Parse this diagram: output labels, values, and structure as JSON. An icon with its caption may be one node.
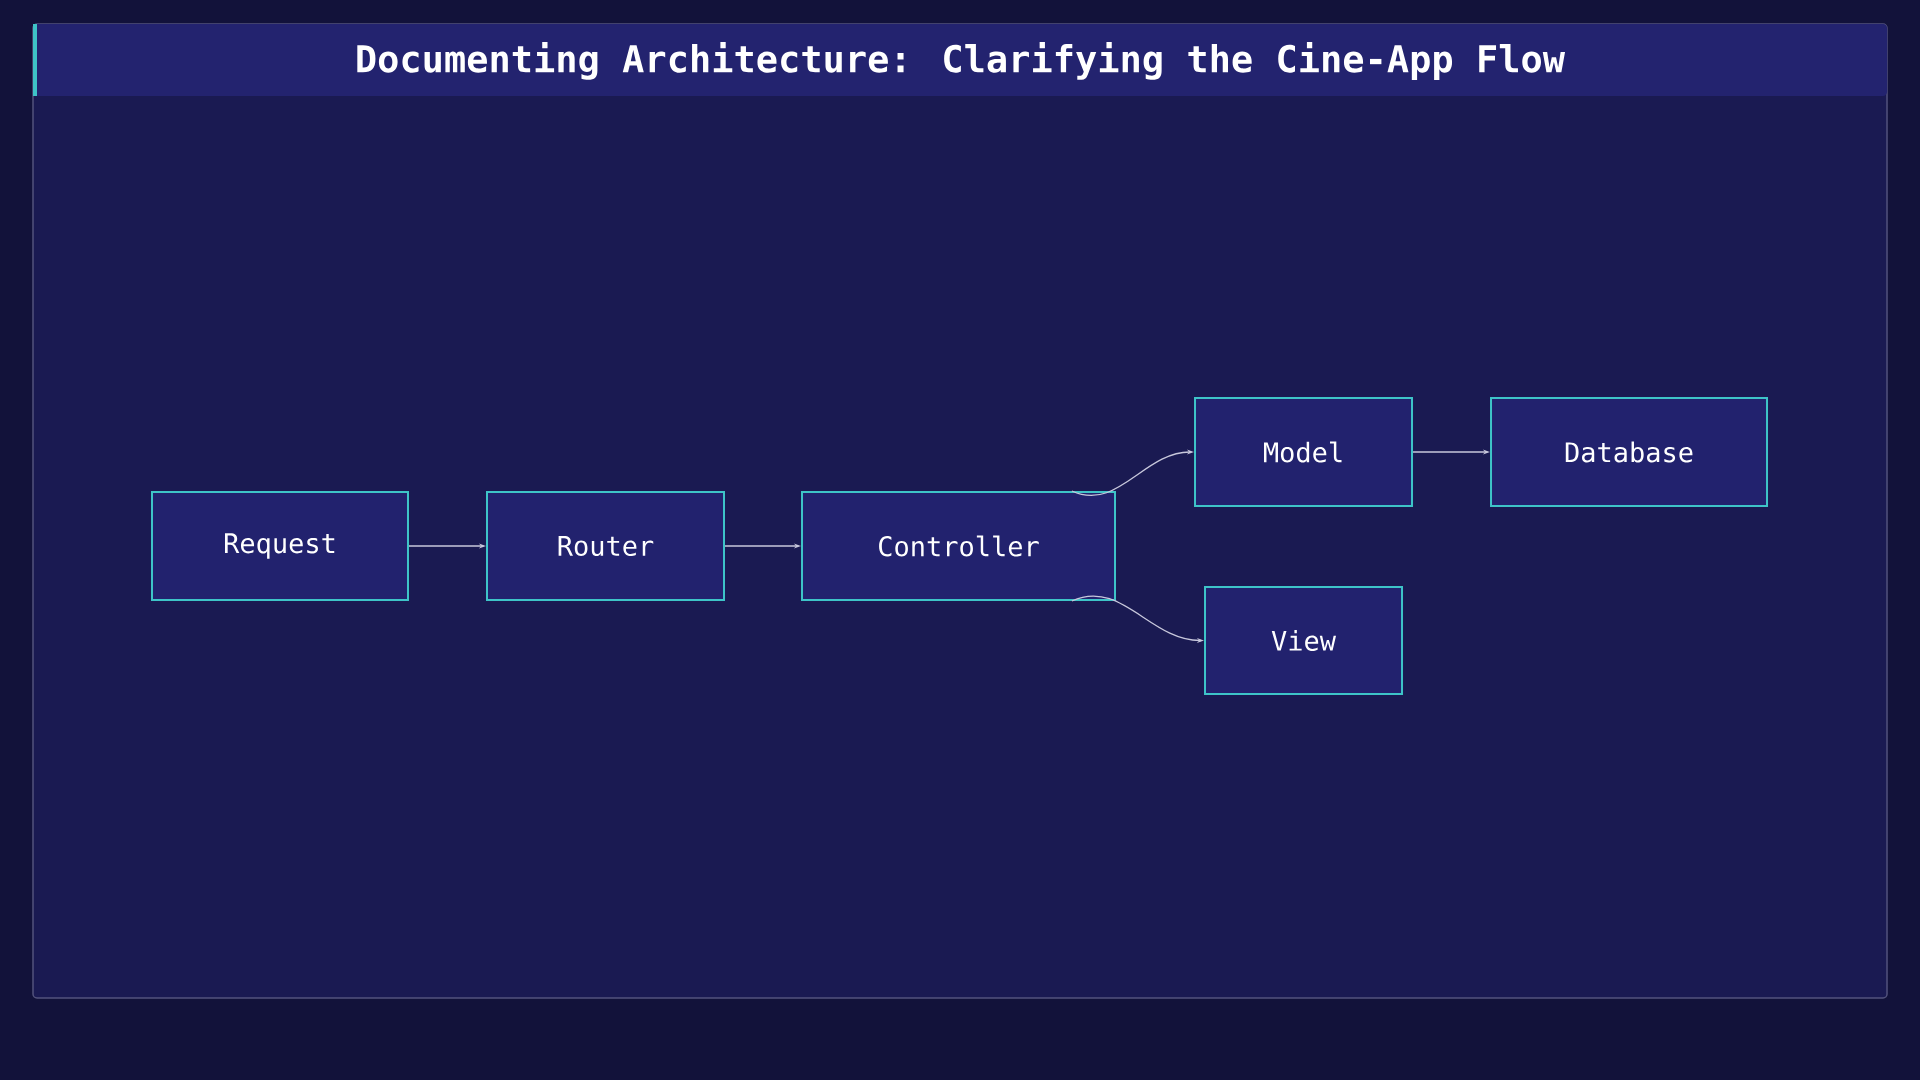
{
  "diagram": {
    "title": "Documenting Architecture: Clarifying the Cine-App Flow",
    "nodes": [
      {
        "text": [
          "Request"
        ]
      },
      {
        "text": [
          "Router"
        ]
      },
      {
        "text": [
          "Controller"
        ]
      },
      {
        "text": [
          "Model"
        ]
      },
      {
        "text": [
          "Database"
        ]
      },
      {
        "text": [
          "View"
        ]
      }
    ],
    "edges": [
      {
        "from": 0,
        "to": 1,
        "arrow": "to"
      },
      {
        "from": 1,
        "to": 2,
        "arrow": "to"
      },
      {
        "from": 2,
        "to": 3,
        "arrow": "to"
      },
      {
        "from": 3,
        "to": 4,
        "arrow": "to"
      },
      {
        "from": 2,
        "to": 5,
        "arrow": "to"
      }
    ]
  }
}
